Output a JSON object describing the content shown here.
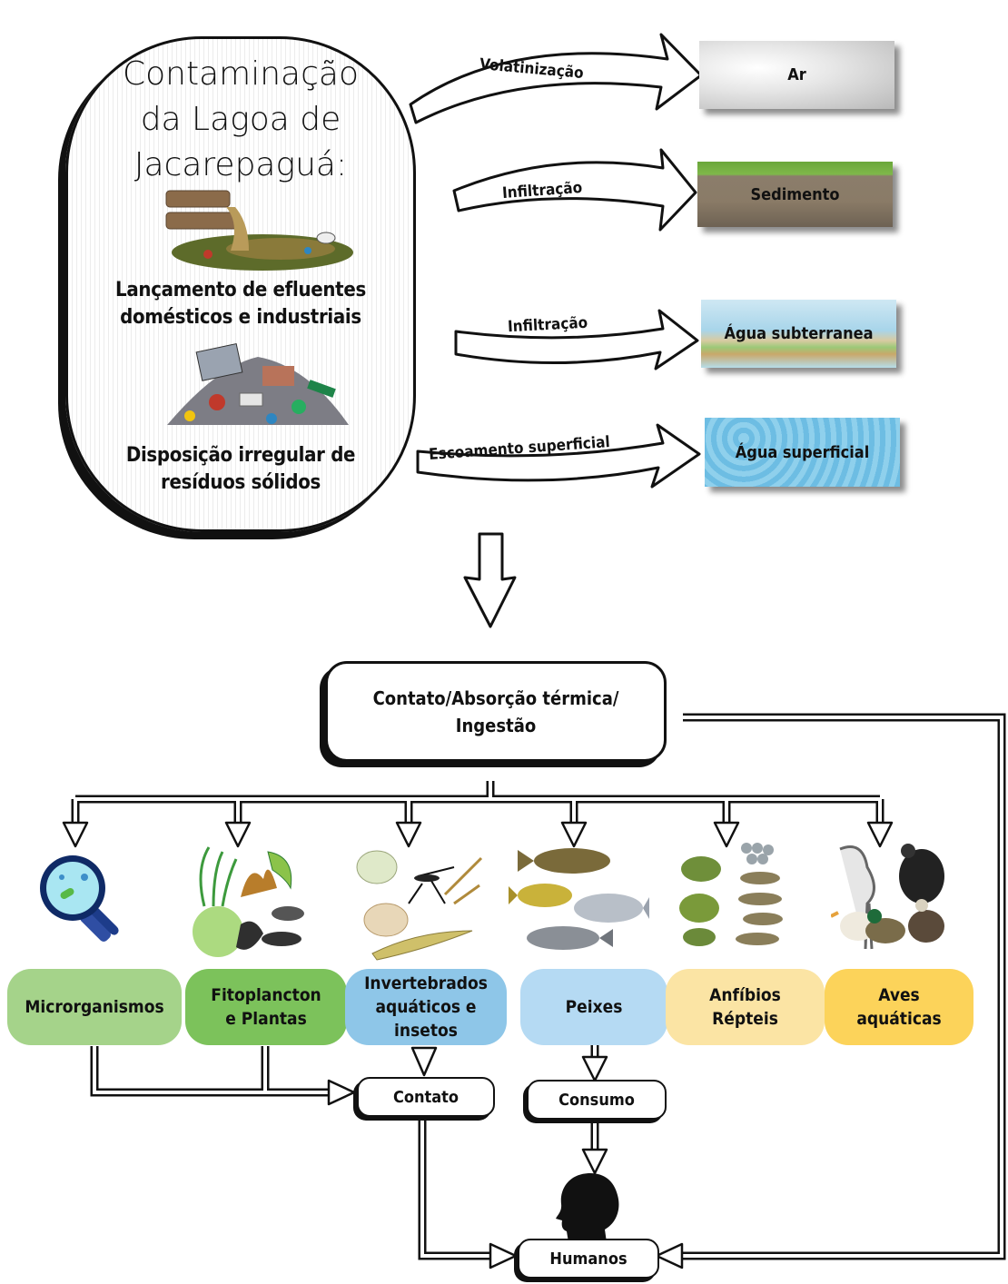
{
  "source": {
    "title_lines": [
      "Contaminação",
      "da Lagoa de",
      "Jacarepaguá:"
    ],
    "effluents_label_lines": [
      "Lançamento de efluentes",
      "domésticos e industriais"
    ],
    "waste_label_lines": [
      "Disposição irregular de",
      "resíduos sólidos"
    ]
  },
  "flows": [
    {
      "label": "Volatinização",
      "target": "Ar"
    },
    {
      "label": "Infiltração",
      "target": "Sedimento"
    },
    {
      "label": "Infiltração",
      "target": "Água subterranea"
    },
    {
      "label": "Escoamento superficial",
      "target": "Água superficial"
    }
  ],
  "pathway": {
    "lines": [
      "Contato/Absorção térmica/",
      "Ingestão"
    ]
  },
  "groups": [
    {
      "lines": [
        "Microrganismos"
      ],
      "color": "#a5d38a"
    },
    {
      "lines": [
        "Fitoplancton",
        "e Plantas"
      ],
      "color": "#7cc25b"
    },
    {
      "lines": [
        "Invertebrados",
        "aquáticos e",
        "insetos"
      ],
      "color": "#8ec6e8"
    },
    {
      "lines": [
        "Peixes"
      ],
      "color": "#b5daf3"
    },
    {
      "lines": [
        "Anfíbios",
        "Répteis"
      ],
      "color": "#fbe4a4"
    },
    {
      "lines": [
        "Aves",
        "aquáticas"
      ],
      "color": "#fcd35a"
    }
  ],
  "routes": {
    "contact": "Contato",
    "consumption": "Consumo",
    "humans": "Humanos"
  }
}
